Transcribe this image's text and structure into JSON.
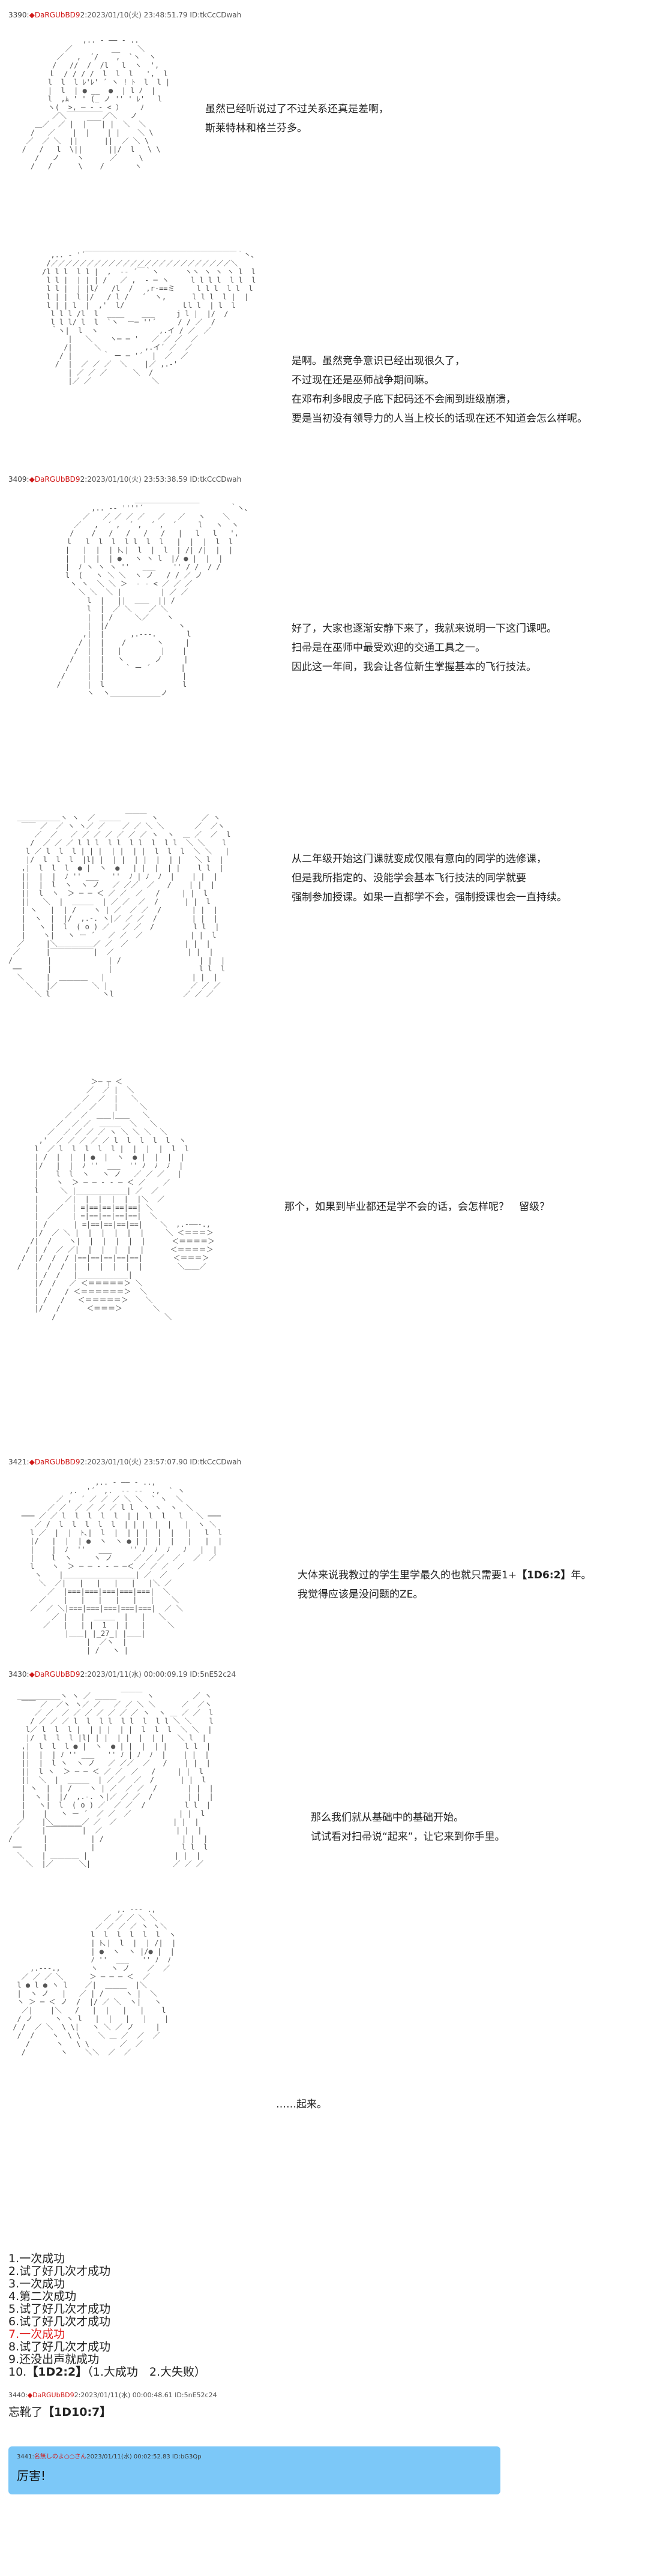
{
  "posts": [
    {
      "num": "3390:",
      "name": "◆DaRGUbBD9",
      "sep": "2:",
      "meta": "2023/01/10(火) 23:48:51.79 ID:tkCcCDwah"
    },
    {
      "num": "3409:",
      "name": "◆DaRGUbBD9",
      "sep": "2:",
      "meta": "2023/01/10(火) 23:53:38.59 ID:tkCcCDwah"
    },
    {
      "num": "3421:",
      "name": "◆DaRGUbBD9",
      "sep": "2:",
      "meta": "2023/01/10(火) 23:57:07.90 ID:tkCcCDwah"
    },
    {
      "num": "3430:",
      "name": "◆DaRGUbBD9",
      "sep": "2:",
      "meta": "2023/01/11(水) 00:00:09.19 ID:5nE52c24"
    },
    {
      "num": "3440:",
      "name": "◆DaRGUbBD9",
      "sep": "2:",
      "meta": "2023/01/11(水) 00:00:48.61 ID:5nE52c24"
    }
  ],
  "dialogs": {
    "d1": [
      "虽然已经听说过了不过关系还真是差啊，",
      "斯莱特林和格兰芬多。"
    ],
    "d2": [
      "是啊。虽然竞争意识已经出现很久了，",
      "不过现在还是巫师战争期间嘛。",
      "在邓布利多眼皮子底下起码还不会闹到班级崩溃，",
      "要是当初没有领导力的人当上校长的话现在还不知道会怎么样呢。"
    ],
    "d3": [
      "好了，大家也逐渐安静下来了，我就来说明一下这门课吧。",
      "扫帚是在巫师中最受欢迎的交通工具之一。",
      "因此这一年间，我会让各位新生掌握基本的飞行技法。"
    ],
    "d4": [
      "从二年级开始这门课就变成仅限有意向的同学的选修课，",
      "但是我所指定的、没能学会基本飞行技法的同学就要",
      "强制参加授课。如果一直都学不会，强制授课也会一直持续。"
    ],
    "d5": [
      "那个，如果到毕业都还是学不会的话，会怎样呢？　留级？"
    ],
    "d6_pre": "大体来说我教过的学生里学最久的也就只需要1+",
    "d6_hl": "【1D6:2】",
    "d6_post": "年。",
    "d6_line2": "我觉得应该是没问题的ZE。",
    "d7": [
      "那么我们就从基础中的基础开始。",
      "试试看对扫帚说“起来”，让它来到你手里。"
    ],
    "d8": "……起来。"
  },
  "rolls": [
    "1.一次成功",
    "2.试了好几次才成功",
    "3.一次成功",
    "4.第二次成功",
    "5.试了好几次才成功",
    "6.试了好几次才成功",
    "7.一次成功",
    "8.试了好几次才成功",
    "9.还没出声就成功"
  ],
  "roll10_pre": "10.",
  "roll10_hl": "【1D2:2】",
  "roll10_post": "（1.大成功　2.大失败）",
  "final_pre": "忘靴了",
  "final_hl": "【1D10:7】",
  "comment": {
    "head_num": "3441:",
    "head_name": "名無しのよ○○さん",
    "head_meta": "2023/01/11(水) 00:02:52.83 ID:bG3Qp",
    "body": "厉害!"
  },
  "art": {
    "a1": "                ,.. - ―― - ..\n            ／         __    ＼\n          ／   ,  ´/    ,  `ヽ  ヽ\n         /   //  /  /l   l  ヽ  ',\n        ｌ  / / / /  l  l  l   ',  l\n        l  l  l ﾚ'ﾚ' ´ ヽ ! ﾄ  l  l |\n        |  l  | ● __  ●  | l ﾉ  |\n        l  ,ﾑ ' ' (_ ノ '' ' ﾚ'   l\n        ヽ(  >, ─ ‐ ‐ < ）    ﾉ\n         ／＼￣￣￣￣￣／＼   ノ\n     ＿／  ／ |  |￣￣| |  ＼  ＼\n    /   ／    |  |    | |    ＼ \\\n   ／  ／ ＼  ||      ||  ／ ＼ \\\n  /   /   l  \\||      ||/  l   \\ \\\n     /   ノ    ヽ      ／     \\\n    /   /      \\    /       ヽ",
    "a2": "  ,.. - '´￣￣￣￣￣￣￣￣￣￣￣￣￣￣￣￣￣￣￣￣￣｀丶、\n /／／／／／／／／／／／／／／／／／／／／／／／／／＼\n/l l l  l l |  ,  -‐ ´￣｀ヽ      ヽヽ ヽ ヽ ヽ l  l\n l l |  | | | /   ／ ,  - ─ ヽ     l l l l  l l  l\n l l |  | |l/   /l  /   ,r‐==ミ     l l l  l l  l\n l | |  l |/   / l /   ´  ヽ,      l l l  l |  |\n l | | l  |  ,'  l/             ｌl l  | l  l\n  l l l /l  l  ____    ___     j l |  |/  /\n  l l l/ l  l  `ヽ  ー─ ''´     / / ／  /\n  ｀ヽ|  l  ヽ              ,.イ / ／  ／\n      |   ＼    ヽ─ ─ '   ／ ／ ／  ／\n     /|     ＼          ,.イ´ ／  ／\n    / |       ｀ ー ─ '´  |  ／  ／\n   /  |  ／ ／ ／  ＼    |／ ,.-'\n      | ／ ／ ／      ＼  /\n      |／ ／              ＼",
    "a3": "                    ＿＿＿＿＿＿＿＿＿\n          ,.. -‐ ''''´                    ｀ヽ、\n        ／   ／ ／ ／ ／   ／   ／   ヽ    ＼\n      ／   ,  ´ ,  ´ ,  ´ ,  ´     l   ヽ  ヽ\n     /    /   /   /   /   /   |   l   l   ',\n    ｌ   l  l  l  l l  l  l   |  |  |  l  l\n    |   |  |  | ﾄ､|  l  |  l  | /| /|  |  |\n    |   |  |  | ●   ヽ ヽ l  |/ ● |  |  |\n    |  ﾉ ヽ ヽ ヽ ''   ___    '' / /  / /\n    l  (   ヽ ＼ ＼  ヽ ノ   / / ／ ノ\n     ヽ ヽ  ＼ ＼ ＞  ‐ ‐ < ／ ／ ／\n       ＼ ＼  ＼ |         | ／ ／\n         l  |   ||  ＿＿  || /\n         l  |  ／ ＼    ／ ＼\n         |  | /     ＼／    ヽ\n         |  |/                ヽ\n        ,|  |      ,.-‐-.       l\n       / |  |    /       ヽ     |\n      /  |  |   |         |    |\n     /   |  |   ヽ       ノ     |\n    /    |  |     ` ー ´       |\n   /     |  |                  |\n  /      |  l                  l\n         ヽ  ヽ＿＿＿＿＿＿＿ノ",
    "a4": "  ＿＿＿＿＿＿ヽ ヽ  ／ ＿＿＿ ￣￣￣ ヽ          ／ ヽ\n   ￣￣ ／  ／ ヽ ヽ／ ／    ／ ／ ＼ ＼       ／  ／ヽ\n      ／  ／   ／ ／ ／ ／ ／ ／ ／ ヽ  ヽ  ＿ ／  ／  l\n     /  ／ ／ ／ l l l  l l  l l  l  l l  ＼ ＼    l\n    l ／ l  l  l | | |  | |  | |  l  l  l  ＼ ＼   |\n    |/  l  l  l  |l| |  | |  | |  |  | |   ＼ l  |\n   ,|  l  l  l  ● |  ヽ  ●   | |  |  | |    l l  |\n   ||  |  |  ﾉ '' ___   ''  ﾉ | ﾉ  ﾉ  |    | |  |\n   ||  |  l  ヽ  ヽ ノ   ／ ／／  ／   /    | |  |\n   ||  l  ヽ  ＞ ─ ─ ＜ ／ ／  ／   /     | |  l\n   ||   ＼  |  ＿＿＿  | ／ ／  ／  /      | |  l\n   | ヽ   |  | /    ヽ | ／  ／ ／  /       | |  |\n   |  ヽ  |  |/  ,.-. ヽ|／ ／ ／  /        | |  |\n   |   ヽ |  l  ( o ) ／   ／ ／  /         l l  |\n   |    ヽ|   ヽ ー ´   ／ ／  ／           | |  l\n  ／     |＼＿＿＿＿＿／ ／  ／             | |  |\n ／      |￣￣￣￣￣￣|  ／                 | |  |\n/        |             | /                  | |  |\n ──      |             |                    l l  l\n  ＼     |  ＿＿＿＿   |                    | |  |\n    ＼   |／        ＼ |                   ／ ／ ／\n      ＼ l            ヽl                ／ ／ ／",
    "a5": "                   ＞─ ┬ ＜\n                  ／  ／ |  ＼\n                 ／  ／  |   ＼\n               ／  ／    |     ＼\n             ／  ／  ＿＿|＿＿   ＼\n           ／  ／ ／  ＿＿＿  ＼   ＼\n         ／  ／ ／ ／ ／ ヽ ＼ ＼ ＼  ＼\n       ,'  ／ ／ ／ ／ ／ l  l  l  l  l  ヽ\n      l  ／ l  l  l  l  l |  |  |  |  l  l\n      | /  |  |  | ●  |  ヽ  ● |  |  |  |\n      |/   |  |  ﾉ ''  ___  '' ﾉ  ﾉ  ﾉ  |\n      |    l  l  ヽ   ヽ ノ   ／ ／ ／   |\n      |    ヽ  ＞ ─ ─ ‐ ‐ ─ ＜ ／    ／\n      l     ＼ |＿＿＿＿＿＿＿| ／  ／\n      |      ／|  |  |  |  |  |＼  ／\n      |    ／  | =|==|==|==|==| ＼\n      |  ／    | =|==|==|==|==|  ＼\n      | /      | =|==|==|==|==|    ＼  ,.-──-.,\n      |/  ／ ＼ |  |  |  |  |  |     ＼ ＜＝＝＝＞\n     /|  /    ヽ|  |  |  |  |  |      ＜＝＝＝＝＞\n    / | /  ／ ／|  |  |  |  |  |      ＜＝＝＝＝＞\n   /  |/  /  / |==|==|==|==|==|       ＜＝＝＝＞\n  /   |  /  /  |  |  |  |  |  |        ＼＿＿／\n      | /  /   |＿＿＿＿＿＿＿|\n      |/  /   ／ ＜＝＝＝＝＝＞ ＼\n      |  /   / ＜＝＝＝＝＝＝＞  ＼\n      | /   /   ＜＝＝＝＝＝＞    ＼\n      |/   /      ＜＝＝＝＞       ＼\n          /                         ＼",
    "a6": "                    ,.. - ―― - ..,\n              ,.  '´  ,.  -‐ ‐-  .,  ` ヽ\n           ／ ,  ´ ／ ／ ／ ＼ ＼  ` ヽ  ＼\n         ／ ／  ／ ／ ／ ／ l l  ヽ ヽ  ヽ  ＼\n   ─── ／ ／ l  l  l  l  l  | |  l  l   l   ＼ ───\n      ／ /  l  l  l  l  l  | | |  |  |   |  ヽ ＼\n     l ／  |  |  ﾄ､|  l  |  | | |  |  |   |   l  l\n     |/   |  |  | ●  ヽ  ヽ ● | |  |  |   |   |  |\n     |    |  ﾉ  ''   ___    '' ﾉ  ﾉ  ﾉ   ﾉ   |  |\n     |    l  ヽ     ヽ ノ     ／ ／ ／  ／   ／  ／\n     l    ヽ  ＞ ─ ─ ‐ ‐ ─ ─＜ ／ ／ ／  ／\n      ヽ    |＿＿＿＿＿＿＿＿＿＿| ／  ／\n       ＼  ／|   |   |   |   |   |＼ ／\n         ／  |===|===|===|===|===|  ＼\n       ／    |   |   |   |   |   |    ＼\n     ／  ／ ＼|===|===|===|===|===|  ／ ＼\n          ／ |   |  ＿＿＿  |   |   ＼\n        ／   |   | |  1  | |   |     ＼\n             |＿＿| |_27_| |＿＿|\n                  |  ／ヽ  |\n                  | /   ヽ |",
    "a7": "  ＿＿＿＿＿＿ヽ ヽ ／ ＿＿＿ ￣￣￣ ヽ         ／ ヽ\n   ￣￣ ／  ／ヽ ヽ／ ／   ／ ／ ＼ ＼      ／  ／ヽ\n      ／ ／  ／ ／ ／ ／ ／ ／ ／ ヽ  ヽ ＿ ／ ／  l\n     / ／ ／ ／ l  l  l l  l l  l  l l ＼ ＼    l\n    l／ l  l  l |  | | |  | |  l  l  l  ＼ ＼  |\n    |/  l  l  l |l| | |  | |  |  | |   ＼ l  |\n   ,|  l  l  l ● |  ヽ  ● | |  |  | |    l l  |\n   ||  |  | ﾉ '' ___   '' ﾉ | ﾉ  ﾉ  |    | |  |\n   ||  |  l ヽ  ヽ ノ   ／ ／／  ／   /    | |  |\n   ||  l ヽ  ＞ ─ ─ ＜ ／ ／  ／   /     | |  l\n   ||  ＼  |  ＿＿＿  | ／ ／  ／  /      | |  l\n   | ヽ  |  | /    ヽ | ／  ／ ／  /       | |  |\n   |  ヽ |  |/  ,.-. ヽ|／ ／ ／  /        | |  |\n   |   ヽ|  l  ( o ) ／  ／ ／  /         l l  |\n   |    |   ヽ ー ´  ／ ／  ／           | |  l\n  ／    |＼＿＿＿＿／ ／  ／             | |  |\n ／     |￣￣￣￣￣|  ／                 | |  |\n/       |          | /                  | |  |\n ──     |          |                    l l  l\n  ＼    | ＿＿＿＿ |                    | |  |\n    ＼  |／      ＼|                   ／ ／ ／",
    "a8": "                         ,. -‐- .,\n                      ／ ／ ／ ＼ ＼\n                    ／ ／ ／ ／ ヽ ヽ＼\n                   l  l  l  l  l  l  ヽ\n                   | ﾄ､|  l  |  | /|  |\n                   | ●  ヽ  ヽ |/● |  |\n                   ﾉ ''  ___   '' ﾉ  ﾉ\n     ,.-‐-.,       ヽ   ヽ ノ    ／  ／\n   ／ ／ ／ ＼      ＞ ─ ─ ─ ＜  ／\n  l ● l ● ヽ l    ／|  ＿＿＿  |＼\n  |  ヽ ノ   |   ／ | /     ヽ |  ＼\n  ヽ ＞ ─ ＜ ノ  /  |/ ／ ＼  ヽ|   ヽ\n   ／|    |＼   /   |  |   |   |    l\n  / ノ     ヽ ヽ l   |  |   |   |    |\n / /  ／ ＼  \\ \\|   ヽ ＼ ／ ノ     |\n  /  /    ヽ  \\ \\    ＼ ＿ ／  ／  ／\n    /      ヽ   \\ \\       ／  ／\n   /        ヽ    ＼＼  ／  ／"
  }
}
